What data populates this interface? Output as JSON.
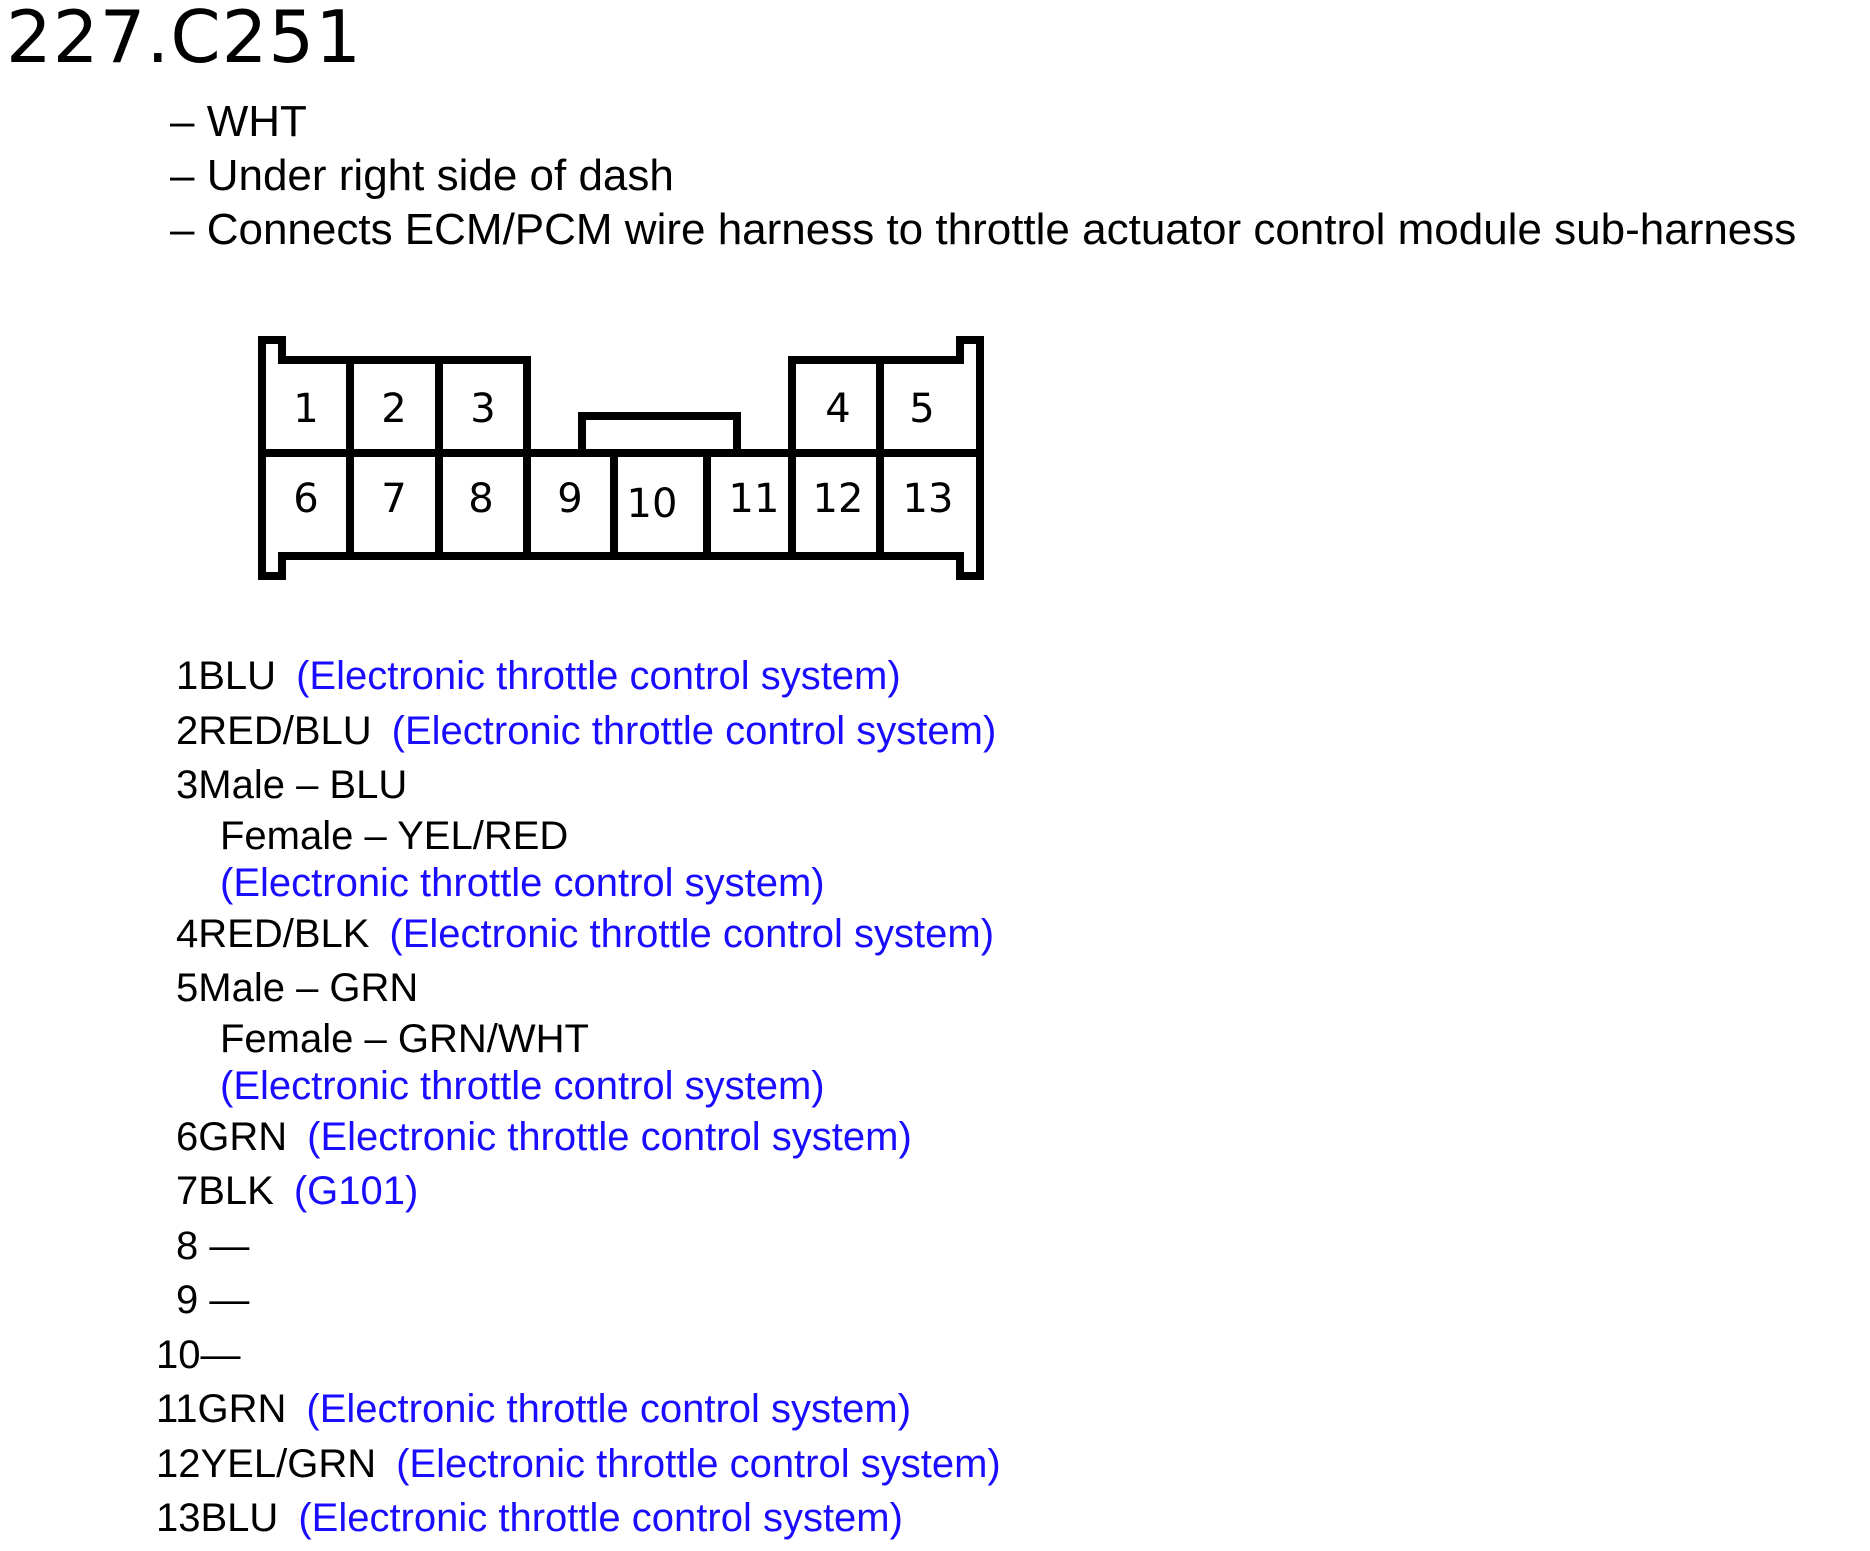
{
  "title": "227.C251",
  "info": [
    "– WHT",
    "– Under right side of dash",
    "– Connects ECM/PCM wire harness to throttle actuator control module sub-harness"
  ],
  "connector": {
    "top_row": [
      "1",
      "2",
      "3",
      "4",
      "5"
    ],
    "bottom_row": [
      "6",
      "7",
      "8",
      "9",
      "10",
      "11",
      "12",
      "13"
    ]
  },
  "pins": [
    {
      "num": "1",
      "wire": "BLU",
      "system": "(Electronic throttle control system)"
    },
    {
      "num": "2",
      "wire": "RED/BLU",
      "system": "(Electronic throttle control system)"
    },
    {
      "num": "3",
      "wire": "Male – BLU",
      "female": "Female – YEL/RED",
      "system": "(Electronic throttle control system)"
    },
    {
      "num": "4",
      "wire": "RED/BLK",
      "system": "(Electronic throttle control system)"
    },
    {
      "num": "5",
      "wire": "Male – GRN",
      "female": "Female – GRN/WHT",
      "system": "(Electronic throttle control system)"
    },
    {
      "num": "6",
      "wire": "GRN",
      "system": "(Electronic throttle control system)"
    },
    {
      "num": "7",
      "wire": "BLK",
      "system": "(G101)"
    },
    {
      "num": "8",
      "wire": " —"
    },
    {
      "num": "9",
      "wire": " —"
    },
    {
      "num": "10",
      "wire": "—"
    },
    {
      "num": "11",
      "wire": "GRN",
      "system": "(Electronic throttle control system)"
    },
    {
      "num": "12",
      "wire": "YEL/GRN",
      "system": "(Electronic throttle control system)"
    },
    {
      "num": "13",
      "wire": "BLU",
      "system": "(Electronic throttle control system)"
    }
  ]
}
